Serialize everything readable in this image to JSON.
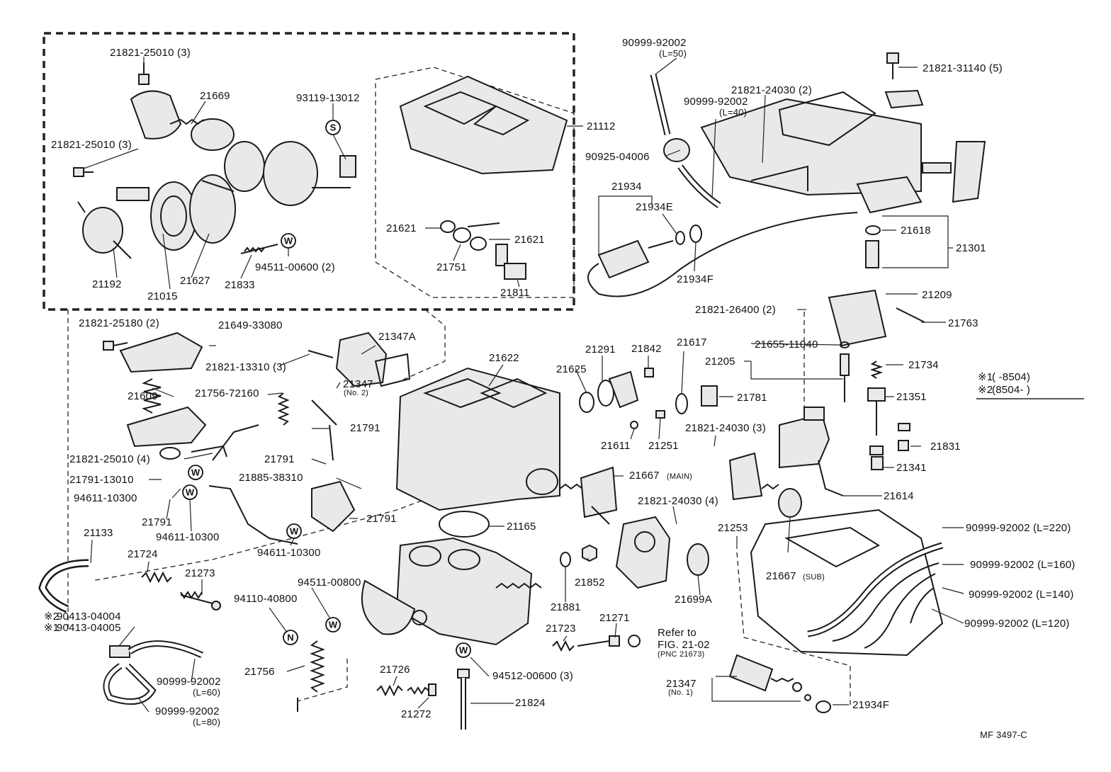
{
  "diagram": {
    "figure_code": "MF 3497-C",
    "legend": {
      "note1": {
        "mark": "※1",
        "range": "(          -8504)"
      },
      "note2": {
        "mark": "※2",
        "range": "(8504-          )"
      }
    },
    "reference": {
      "line1": "Refer to",
      "line2": "FIG. 21-02",
      "line3": "(PNC 21673)"
    },
    "symbols": {
      "s": "S",
      "w": "W",
      "n": "N"
    },
    "labels": {
      "l01": "21821-25010 (3)",
      "l02": "21669",
      "l03": "93119-13012",
      "l04": "21821-25010 (3)",
      "l05": "21192",
      "l06": "21015",
      "l07": "21627",
      "l08": "21833",
      "l09": "94511-00600 (2)",
      "l10": "21112",
      "l11": "21621",
      "l12": "21621",
      "l13": "21751",
      "l14": "21811",
      "l15": "90999-92002",
      "l15b": "(L=50)",
      "l16": "21821-31140 (5)",
      "l17": "21821-24030 (2)",
      "l18": "90999-92002",
      "l18b": "(L=40)",
      "l19": "90925-04006",
      "l20": "21934",
      "l21": "21934E",
      "l22": "21934F",
      "l23": "21618",
      "l24": "21301",
      "l25": "21209",
      "l26": "21821-26400 (2)",
      "l27": "21763",
      "l28": "21821-25180 (2)",
      "l29": "21649-33080",
      "l30": "21821-13310 (3)",
      "l31": "21347A",
      "l32": "21622",
      "l33": "21291",
      "l34": "21842",
      "l35": "21617",
      "l36": "21655-11040",
      "l37": "21205",
      "l38": "21734",
      "l39": "21609",
      "l40": "21756-72160",
      "l41": "21347",
      "l41b": "(No. 2)",
      "l42": "21791",
      "l43": "21625",
      "l44": "21781",
      "l45": "21351",
      "l46": "21611",
      "l47": "21251",
      "l48": "21821-24030 (3)",
      "l49": "21831",
      "l50": "21821-25010 (4)",
      "l51": "21791",
      "l52": "21791-13010",
      "l53": "21885-38310",
      "l54": "21341",
      "l55": "94611-10300",
      "l56": "21667",
      "l56b": "(MAIN)",
      "l57": "21614",
      "l58": "21791",
      "l59": "21791",
      "l60": "94611-10300",
      "l61": "21821-24030 (4)",
      "l62": "21165",
      "l63": "94611-10300",
      "l64": "21133",
      "l65": "21253",
      "l66": "90999-92002 (L=220)",
      "l67": "21724",
      "l68": "21273",
      "l69": "94511-00800",
      "l70": "21852",
      "l71": "90999-92002 (L=160)",
      "l72": "21667",
      "l72b": "(SUB)",
      "l73": "90999-92002 (L=140)",
      "l74": "21699A",
      "l75": "90413-04004",
      "l76": "90413-04005",
      "l77": "94110-40800",
      "l78": "21881",
      "l79": "21271",
      "l80": "90999-92002 (L=120)",
      "l81": "21723",
      "l82": "21756",
      "l83": "21726",
      "l84": "94512-00600 (3)",
      "l85": "90999-92002",
      "l85b": "(L=60)",
      "l86": "21347",
      "l86b": "(No. 1)",
      "l87": "21272",
      "l88": "21824",
      "l89": "21934F",
      "l90": "90999-92002",
      "l90b": "(L=80)"
    }
  }
}
